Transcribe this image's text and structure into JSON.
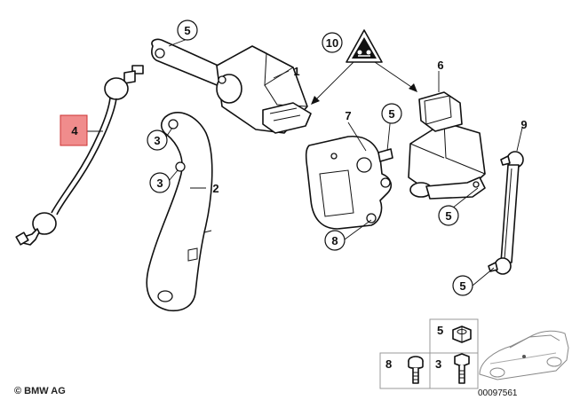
{
  "callouts": {
    "c1": "1",
    "c2": "2",
    "c3a": "3",
    "c3b": "3",
    "c4": "4",
    "c5a": "5",
    "c5b": "5",
    "c5c": "5",
    "c5d": "5",
    "c6": "6",
    "c7": "7",
    "c8": "8",
    "c9": "9",
    "c10": "10"
  },
  "legend": {
    "nut_label": "5",
    "bolt8_label": "8",
    "bolt3_label": "3"
  },
  "footer": {
    "copyright": "© BMW AG",
    "diagram_number": "00097561"
  },
  "colors": {
    "highlight_fill": "#f08c8c",
    "highlight_stroke": "#cc3333",
    "line": "#111111",
    "car_thumbnail": "#888888"
  }
}
